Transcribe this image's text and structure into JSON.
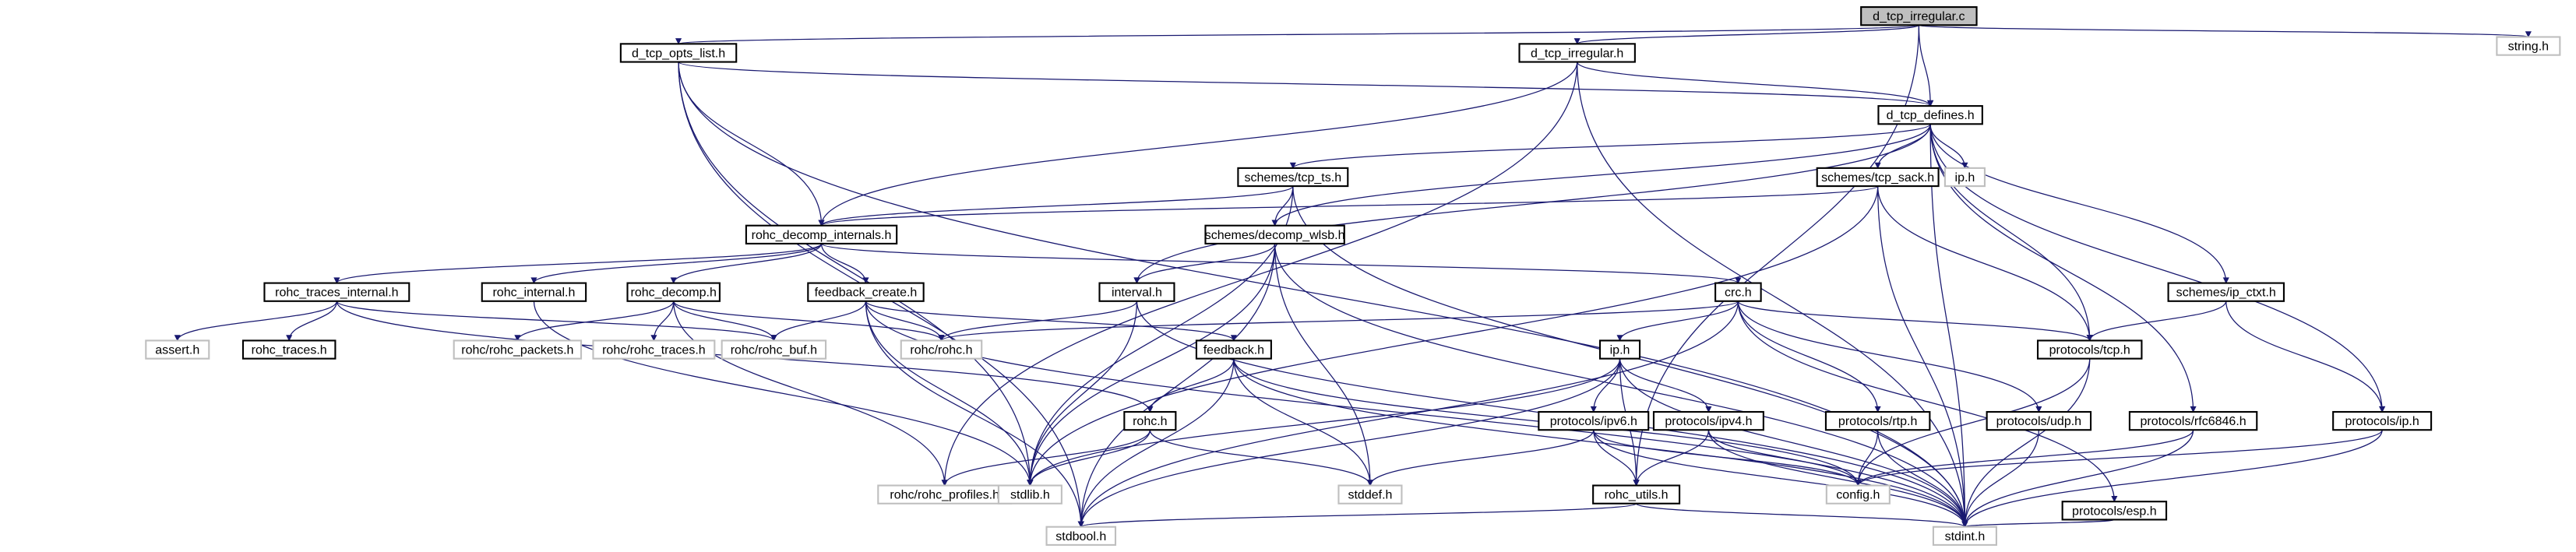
{
  "title": "d_tcp_irregular.c include dependency graph",
  "colors": {
    "edge": "#191970",
    "root_fill": "#bfbfbf",
    "node_fill": "#ffffff",
    "documented_border": "#000000",
    "external_border": "#bfbfbf",
    "root_border": "#000000"
  },
  "nodes": [
    {
      "id": "root",
      "label": "d_tcp_irregular.c",
      "kind": "root"
    },
    {
      "id": "opts",
      "label": "d_tcp_opts_list.h",
      "kind": "documented"
    },
    {
      "id": "irrh",
      "label": "d_tcp_irregular.h",
      "kind": "documented"
    },
    {
      "id": "string",
      "label": "string.h",
      "kind": "external"
    },
    {
      "id": "defines",
      "label": "d_tcp_defines.h",
      "kind": "documented"
    },
    {
      "id": "tcpts",
      "label": "schemes/tcp_ts.h",
      "kind": "documented"
    },
    {
      "id": "tcpsack",
      "label": "schemes/tcp_sack.h",
      "kind": "documented"
    },
    {
      "id": "iph_top",
      "label": "ip.h",
      "kind": "external"
    },
    {
      "id": "decint",
      "label": "rohc_decomp_internals.h",
      "kind": "documented"
    },
    {
      "id": "wlsb",
      "label": "schemes/decomp_wlsb.h",
      "kind": "documented"
    },
    {
      "id": "trint",
      "label": "rohc_traces_internal.h",
      "kind": "documented"
    },
    {
      "id": "rint",
      "label": "rohc_internal.h",
      "kind": "documented"
    },
    {
      "id": "rdecomp",
      "label": "rohc_decomp.h",
      "kind": "documented"
    },
    {
      "id": "fbcreate",
      "label": "feedback_create.h",
      "kind": "documented"
    },
    {
      "id": "interval",
      "label": "interval.h",
      "kind": "documented"
    },
    {
      "id": "crc",
      "label": "crc.h",
      "kind": "documented"
    },
    {
      "id": "ipctxt",
      "label": "schemes/ip_ctxt.h",
      "kind": "documented"
    },
    {
      "id": "assert",
      "label": "assert.h",
      "kind": "external"
    },
    {
      "id": "rtraces",
      "label": "rohc_traces.h",
      "kind": "documented"
    },
    {
      "id": "rpackets",
      "label": "rohc/rohc_packets.h",
      "kind": "external"
    },
    {
      "id": "rrtraces",
      "label": "rohc/rohc_traces.h",
      "kind": "external"
    },
    {
      "id": "rbuf",
      "label": "rohc/rohc_buf.h",
      "kind": "external"
    },
    {
      "id": "rrohc",
      "label": "rohc/rohc.h",
      "kind": "external"
    },
    {
      "id": "feedback",
      "label": "feedback.h",
      "kind": "documented"
    },
    {
      "id": "iph_mid",
      "label": "ip.h",
      "kind": "documented"
    },
    {
      "id": "ptcp",
      "label": "protocols/tcp.h",
      "kind": "documented"
    },
    {
      "id": "rohch",
      "label": "rohc.h",
      "kind": "documented"
    },
    {
      "id": "pipv6",
      "label": "protocols/ipv6.h",
      "kind": "documented"
    },
    {
      "id": "pipv4",
      "label": "protocols/ipv4.h",
      "kind": "documented"
    },
    {
      "id": "prtp",
      "label": "protocols/rtp.h",
      "kind": "documented"
    },
    {
      "id": "pudp",
      "label": "protocols/udp.h",
      "kind": "documented"
    },
    {
      "id": "prfc",
      "label": "protocols/rfc6846.h",
      "kind": "documented"
    },
    {
      "id": "pip",
      "label": "protocols/ip.h",
      "kind": "documented"
    },
    {
      "id": "rprofiles",
      "label": "rohc/rohc_profiles.h",
      "kind": "external"
    },
    {
      "id": "stdlib",
      "label": "stdlib.h",
      "kind": "external"
    },
    {
      "id": "stddef",
      "label": "stddef.h",
      "kind": "external"
    },
    {
      "id": "rutils",
      "label": "rohc_utils.h",
      "kind": "documented"
    },
    {
      "id": "config",
      "label": "config.h",
      "kind": "external"
    },
    {
      "id": "pesp",
      "label": "protocols/esp.h",
      "kind": "documented"
    },
    {
      "id": "stdbool",
      "label": "stdbool.h",
      "kind": "external"
    },
    {
      "id": "stdint",
      "label": "stdint.h",
      "kind": "external"
    }
  ],
  "edges": [
    [
      "root",
      "opts"
    ],
    [
      "root",
      "irrh"
    ],
    [
      "root",
      "string"
    ],
    [
      "root",
      "defines"
    ],
    [
      "root",
      "rutils"
    ],
    [
      "opts",
      "decint"
    ],
    [
      "opts",
      "defines"
    ],
    [
      "opts",
      "stdlib"
    ],
    [
      "opts",
      "stdbool"
    ],
    [
      "opts",
      "stdint"
    ],
    [
      "irrh",
      "decint"
    ],
    [
      "irrh",
      "defines"
    ],
    [
      "irrh",
      "stdint"
    ],
    [
      "irrh",
      "rprofiles"
    ],
    [
      "defines",
      "tcpts"
    ],
    [
      "defines",
      "tcpsack"
    ],
    [
      "defines",
      "iph_top"
    ],
    [
      "defines",
      "wlsb"
    ],
    [
      "defines",
      "interval"
    ],
    [
      "defines",
      "ipctxt"
    ],
    [
      "defines",
      "ptcp"
    ],
    [
      "defines",
      "prfc"
    ],
    [
      "defines",
      "pip"
    ],
    [
      "defines",
      "stdint"
    ],
    [
      "tcpts",
      "decint"
    ],
    [
      "tcpts",
      "wlsb"
    ],
    [
      "tcpts",
      "stdlib"
    ],
    [
      "tcpts",
      "stdint"
    ],
    [
      "tcpsack",
      "decint"
    ],
    [
      "tcpsack",
      "ptcp"
    ],
    [
      "tcpsack",
      "stdint"
    ],
    [
      "tcpsack",
      "stdlib"
    ],
    [
      "decint",
      "trint"
    ],
    [
      "decint",
      "rint"
    ],
    [
      "decint",
      "rdecomp"
    ],
    [
      "decint",
      "fbcreate"
    ],
    [
      "decint",
      "crc"
    ],
    [
      "wlsb",
      "interval"
    ],
    [
      "wlsb",
      "stdlib"
    ],
    [
      "wlsb",
      "stddef"
    ],
    [
      "wlsb",
      "stdbool"
    ],
    [
      "wlsb",
      "stdint"
    ],
    [
      "trint",
      "assert"
    ],
    [
      "trint",
      "rtraces"
    ],
    [
      "trint",
      "rbuf"
    ],
    [
      "trint",
      "rohch"
    ],
    [
      "rint",
      "stdlib"
    ],
    [
      "rdecomp",
      "rpackets"
    ],
    [
      "rdecomp",
      "rrtraces"
    ],
    [
      "rdecomp",
      "rbuf"
    ],
    [
      "rdecomp",
      "rrohc"
    ],
    [
      "rdecomp",
      "rprofiles"
    ],
    [
      "fbcreate",
      "feedback"
    ],
    [
      "fbcreate",
      "rbuf"
    ],
    [
      "fbcreate",
      "rrohc"
    ],
    [
      "fbcreate",
      "stdlib"
    ],
    [
      "fbcreate",
      "stdbool"
    ],
    [
      "fbcreate",
      "stdint"
    ],
    [
      "interval",
      "rrohc"
    ],
    [
      "interval",
      "stdlib"
    ],
    [
      "interval",
      "stdint"
    ],
    [
      "crc",
      "iph_mid"
    ],
    [
      "crc",
      "ptcp"
    ],
    [
      "crc",
      "prtp"
    ],
    [
      "crc",
      "pudp"
    ],
    [
      "crc",
      "pesp"
    ],
    [
      "crc",
      "rrohc"
    ],
    [
      "crc",
      "stdbool"
    ],
    [
      "ipctxt",
      "ptcp"
    ],
    [
      "ipctxt",
      "pip"
    ],
    [
      "feedback",
      "rohch"
    ],
    [
      "feedback",
      "stddef"
    ],
    [
      "feedback",
      "stdbool"
    ],
    [
      "feedback",
      "stdint"
    ],
    [
      "feedback",
      "config"
    ],
    [
      "iph_mid",
      "pipv6"
    ],
    [
      "iph_mid",
      "pipv4"
    ],
    [
      "iph_mid",
      "rutils"
    ],
    [
      "iph_mid",
      "stdlib"
    ],
    [
      "iph_mid",
      "stdbool"
    ],
    [
      "iph_mid",
      "stdint"
    ],
    [
      "ptcp",
      "config"
    ],
    [
      "ptcp",
      "stdint"
    ],
    [
      "rohch",
      "rprofiles"
    ],
    [
      "rohch",
      "stdlib"
    ],
    [
      "rohch",
      "stddef"
    ],
    [
      "pipv6",
      "rutils"
    ],
    [
      "pipv6",
      "stddef"
    ],
    [
      "pipv6",
      "config"
    ],
    [
      "pipv6",
      "stdint"
    ],
    [
      "pipv4",
      "rutils"
    ],
    [
      "pipv4",
      "config"
    ],
    [
      "pipv4",
      "stdint"
    ],
    [
      "prtp",
      "config"
    ],
    [
      "prtp",
      "stdint"
    ],
    [
      "pudp",
      "stdint"
    ],
    [
      "prfc",
      "config"
    ],
    [
      "prfc",
      "stdint"
    ],
    [
      "pip",
      "config"
    ],
    [
      "pip",
      "stdint"
    ],
    [
      "pesp",
      "stdint"
    ],
    [
      "rutils",
      "stdbool"
    ],
    [
      "rutils",
      "stdint"
    ]
  ]
}
